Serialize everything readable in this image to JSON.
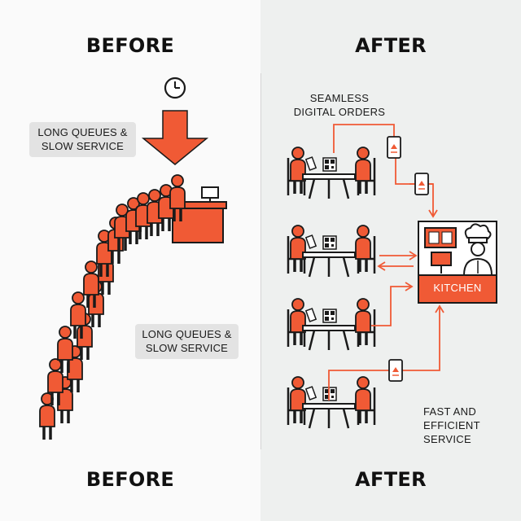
{
  "before": {
    "title_top": "BEFORE",
    "title_bottom": "BEFORE",
    "callout_1": "LONG QUEUES & SLOW SERVICE",
    "callout_2": "LONG QUEUES & SLOW SERVICE"
  },
  "after": {
    "title_top": "AFTER",
    "title_bottom": "AFTER",
    "orders_label_line1": "SEAMLESS",
    "orders_label_line2": "DIGITAL ORDERS",
    "kitchen_label": "KITCHEN",
    "service_label_line1": "FAST AND",
    "service_label_line2": "EFFICIENT",
    "service_label_line3": "SERVICE"
  },
  "colors": {
    "accent": "#f05a35",
    "outline": "#1a1a1a",
    "left_bg": "#fafafa",
    "right_bg": "#eef0ef",
    "callout_bg": "#e3e3e3"
  }
}
